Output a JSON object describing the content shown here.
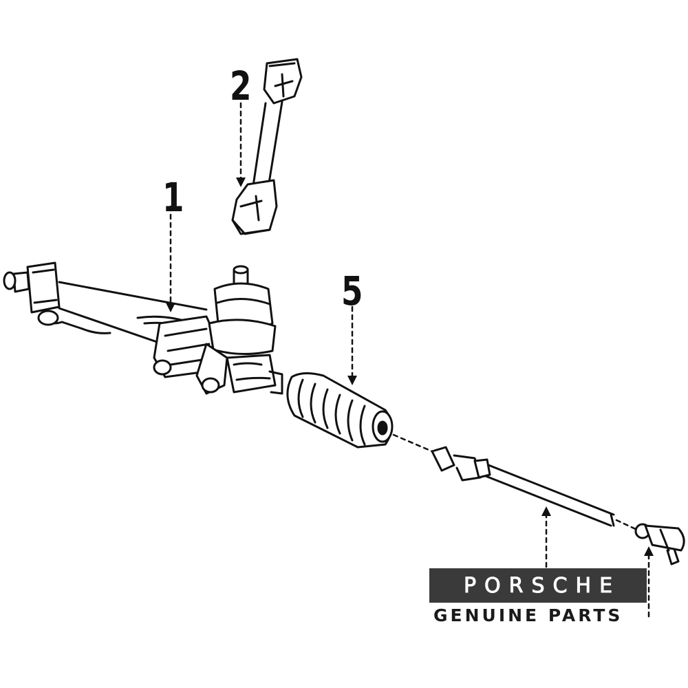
{
  "callouts": {
    "item_1": "1",
    "item_2": "2",
    "item_5": "5"
  },
  "brand": {
    "logo_word": "PORSCHE",
    "tagline": "GENUINE PARTS"
  },
  "colors": {
    "ink": "#111111",
    "logo_bg": "#3a3a3a",
    "logo_text": "#ffffff",
    "background": "#ffffff"
  }
}
